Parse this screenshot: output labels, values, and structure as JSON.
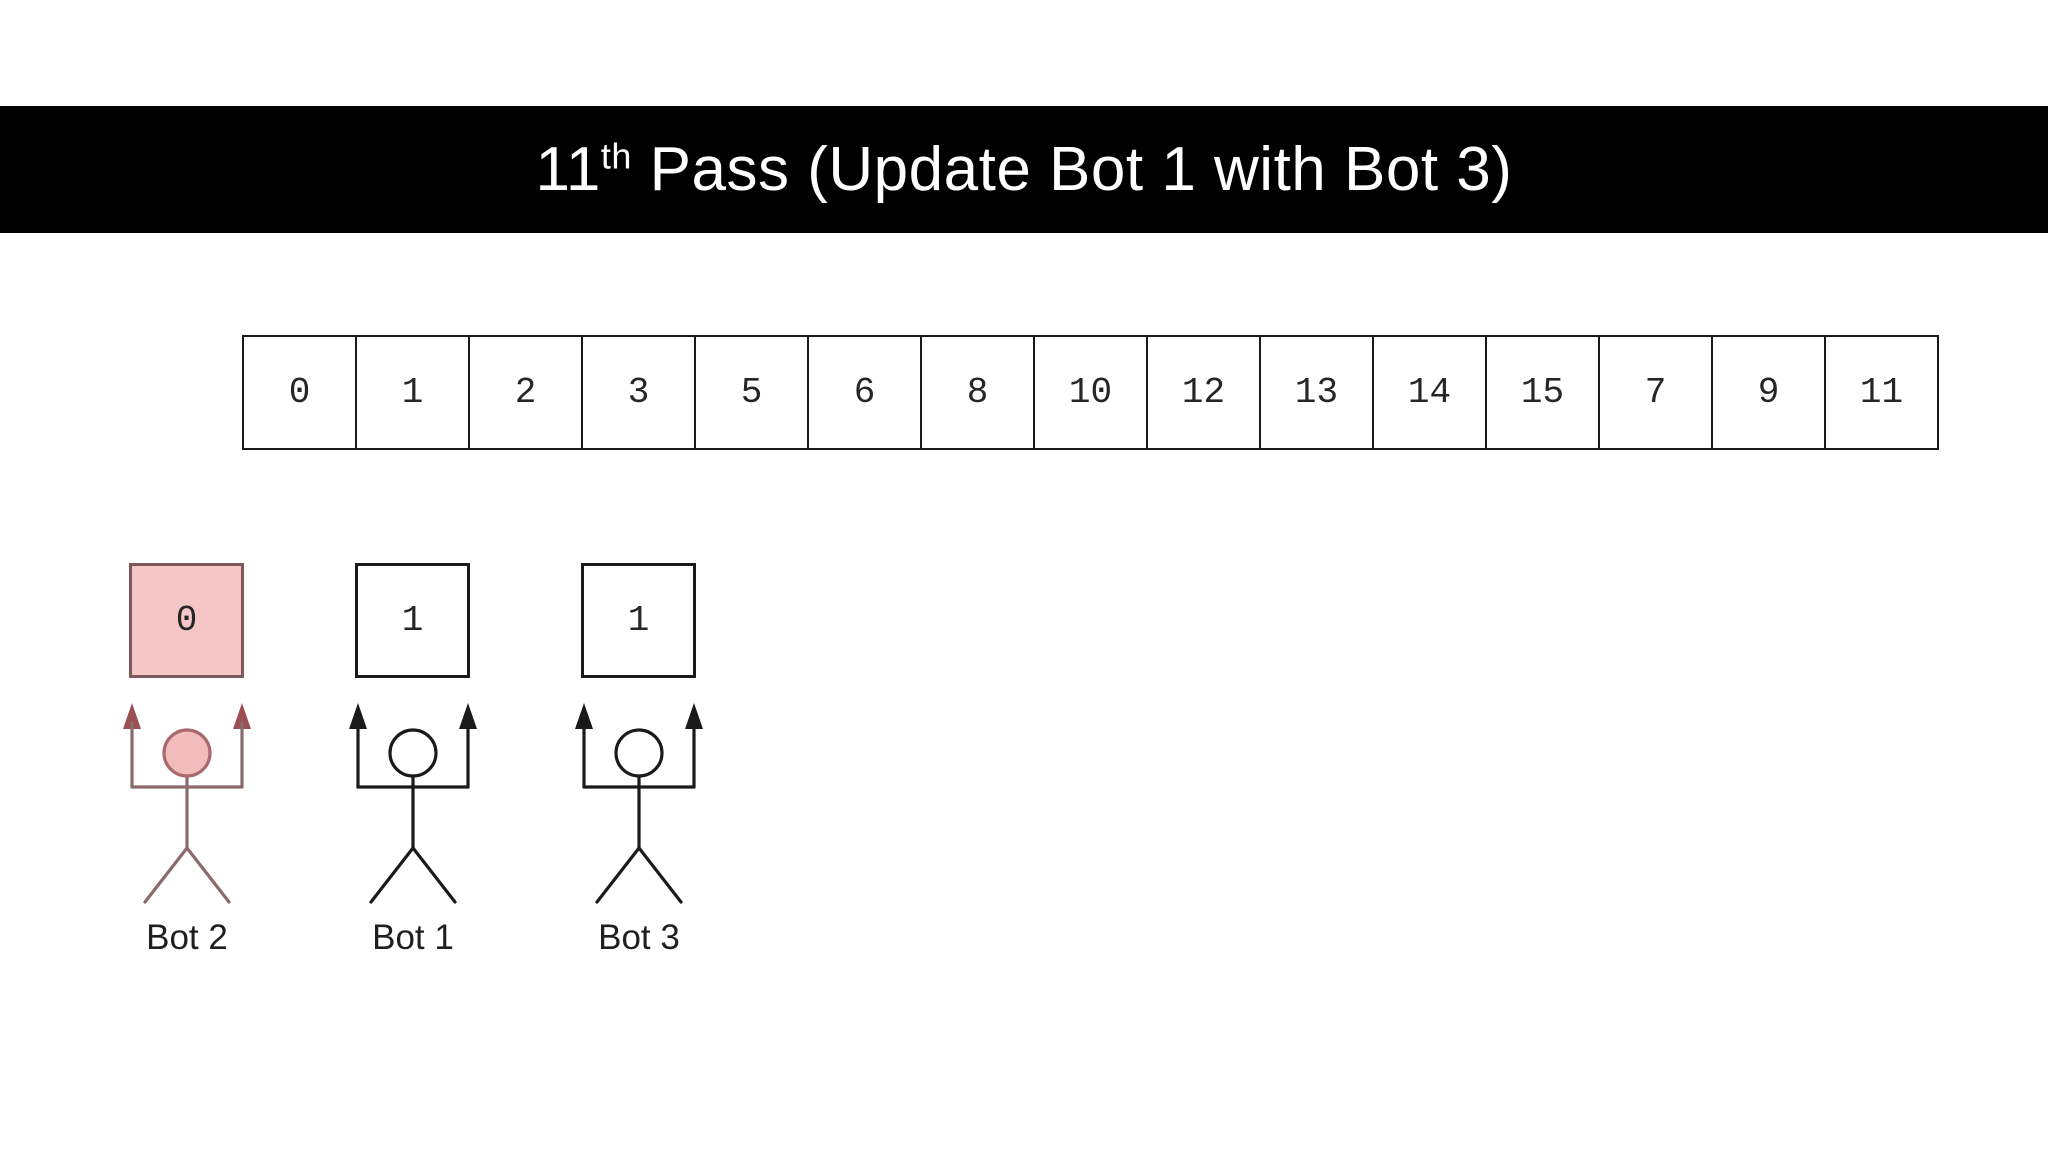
{
  "slide": {
    "title": {
      "number": "11",
      "ordinal_suffix": "th",
      "rest": " Pass (Update Bot 1 with Bot 3)"
    }
  },
  "array": {
    "cells": [
      "0",
      "1",
      "2",
      "3",
      "5",
      "6",
      "8",
      "10",
      "12",
      "13",
      "14",
      "15",
      "7",
      "9",
      "11"
    ]
  },
  "bots": [
    {
      "name": "Bot 2",
      "value": "0",
      "highlighted": true
    },
    {
      "name": "Bot 1",
      "value": "1",
      "highlighted": false
    },
    {
      "name": "Bot 3",
      "value": "1",
      "highlighted": false
    }
  ],
  "colors": {
    "title_bg": "#000000",
    "title_fg": "#ffffff",
    "highlight_fill": "#f6c6c6",
    "highlight_stroke": "#7d5a5a",
    "bot2_line": "#8a6a6a",
    "bot2_arrow": "#9c4f52",
    "bot2_head_fill": "#f2bcbc",
    "bot2_head_stroke": "#a96a6e",
    "default_line": "#1a1a1a"
  }
}
